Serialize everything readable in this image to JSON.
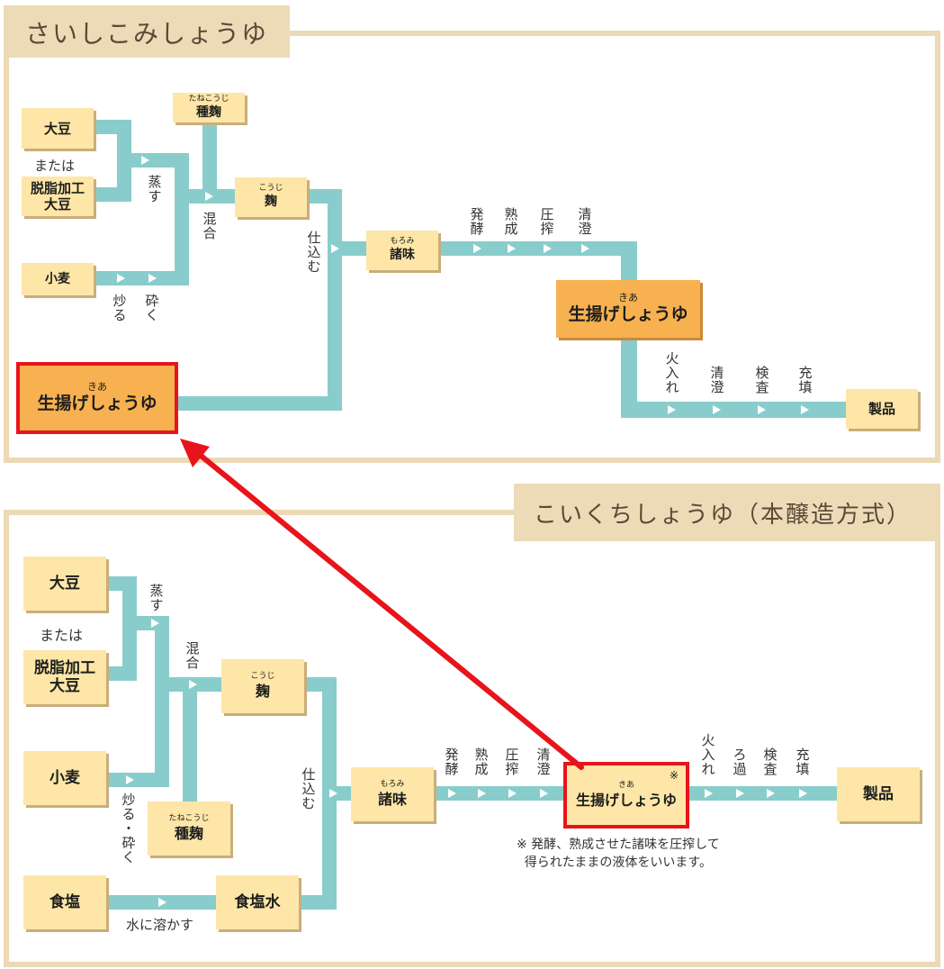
{
  "top": {
    "title": "さいしこみしょうゆ",
    "soybean": "大豆",
    "or": "または",
    "defatted": [
      "脱脂加工",
      "大豆"
    ],
    "wheat": "小麦",
    "seed_koji": {
      "ruby": "たねこうじ",
      "text": "種麹"
    },
    "koji": {
      "ruby": "こうじ",
      "text": "麹"
    },
    "moromi": {
      "ruby": "もろみ",
      "text": "諸味"
    },
    "kiage_mid": {
      "ruby": "きあ",
      "text": "生揚げしょうゆ"
    },
    "kiage_left": {
      "ruby": "きあ",
      "text": "生揚げしょうゆ"
    },
    "product": "製品",
    "steam": "蒸す",
    "roast": "炒る",
    "crush": "砕く",
    "mix": "混合",
    "brew": "仕込む",
    "steps1": [
      "発酵",
      "熟成",
      "圧搾",
      "清澄"
    ],
    "steps2": [
      "火入れ",
      "清澄",
      "検査",
      "充填"
    ]
  },
  "bottom": {
    "title": "こいくちしょうゆ（本醸造方式）",
    "soybean": "大豆",
    "or": "または",
    "defatted": [
      "脱脂加工",
      "大豆"
    ],
    "wheat": "小麦",
    "seed_koji": {
      "ruby": "たねこうじ",
      "text": "種麹"
    },
    "koji": {
      "ruby": "こうじ",
      "text": "麹"
    },
    "salt": "食塩",
    "brine": "食塩水",
    "moromi": {
      "ruby": "もろみ",
      "text": "諸味"
    },
    "kiage": {
      "ruby": "きあ",
      "text": "生揚げしょうゆ",
      "mark": "※"
    },
    "product": "製品",
    "steam": "蒸す",
    "roast_crush": "炒る・砕く",
    "mix": "混合",
    "brew": "仕込む",
    "dissolve": "水に溶かす",
    "steps1": [
      "発酵",
      "熟成",
      "圧搾",
      "清澄"
    ],
    "steps2": [
      "火入れ",
      "ろ過",
      "検査",
      "充填"
    ],
    "note": [
      "※ 発酵、熟成させた諸味を圧搾して",
      "得られたままの液体をいいます。"
    ]
  },
  "colors": {
    "pipe": "#88cdcb",
    "box": "#fde6a7",
    "orange": "#f7b150",
    "highlight": "#e8141b",
    "tab": "#eddbb8"
  }
}
